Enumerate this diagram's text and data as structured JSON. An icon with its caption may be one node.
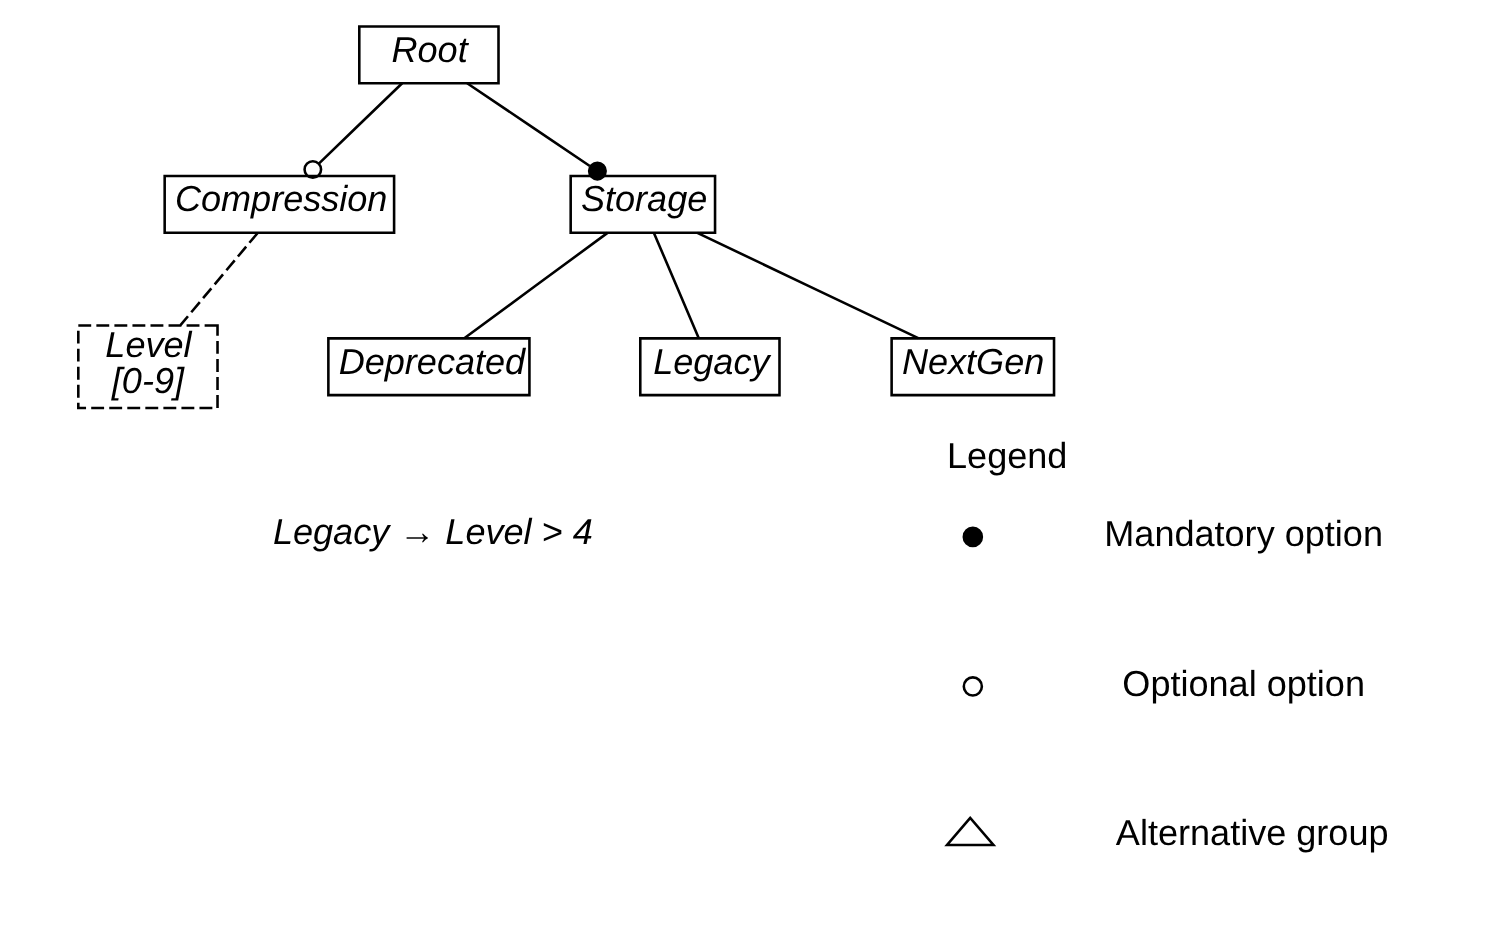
{
  "diagram": {
    "nodes": [
      {
        "text": [
          "Root"
        ]
      },
      {
        "text": [
          "Compression"
        ]
      },
      {
        "text": [
          "Storage"
        ]
      },
      {
        "text": [
          "Level",
          "[0-9]"
        ]
      },
      {
        "text": [
          "Deprecated"
        ]
      },
      {
        "text": [
          "Legacy"
        ]
      },
      {
        "text": [
          "NextGen"
        ]
      }
    ],
    "edges": [
      {
        "from": 0,
        "to": 1,
        "arrow": "other"
      },
      {
        "from": 0,
        "to": 2,
        "arrow": "other"
      },
      {
        "from": 1,
        "to": 3,
        "arrow": "none",
        "style": "dashed"
      },
      {
        "from": 2,
        "to": 4,
        "arrow": "none"
      },
      {
        "from": 2,
        "to": 5,
        "arrow": "none"
      },
      {
        "from": 2,
        "to": 6,
        "arrow": "none"
      }
    ],
    "labels": [
      "Legacy → Level > 4",
      "Legend"
    ],
    "legend": [
      {
        "text": "Mandatory option"
      },
      {
        "text": "Optional option"
      },
      {
        "text": "Alternative group"
      }
    ]
  }
}
